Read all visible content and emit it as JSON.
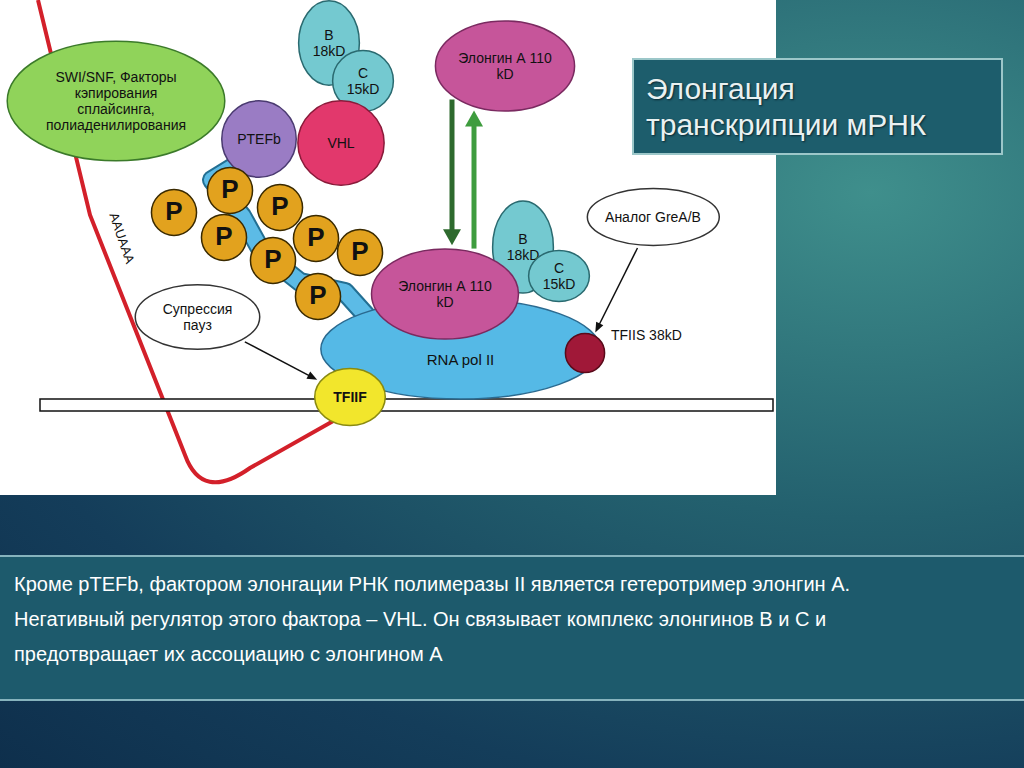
{
  "diagram": {
    "title": "Элонгация транскрипции мРНК",
    "nodes": [
      {
        "text": [
          "SWI/SNF, Факторы кэпирования сплайсинга, полиаденилирования"
        ]
      },
      {
        "text": [
          "B 18kD"
        ]
      },
      {
        "text": [
          "C 15kD"
        ]
      },
      {
        "text": [
          "Элонгин А 110 kD"
        ]
      },
      {
        "text": [
          "PTEFb"
        ]
      },
      {
        "text": [
          "VHL"
        ]
      },
      {
        "text": [
          "P"
        ]
      },
      {
        "text": [
          "P"
        ]
      },
      {
        "text": [
          "P"
        ]
      },
      {
        "text": [
          "P"
        ]
      },
      {
        "text": [
          "P"
        ]
      },
      {
        "text": [
          "P"
        ]
      },
      {
        "text": [
          "P"
        ]
      },
      {
        "text": [
          "P"
        ]
      },
      {
        "text": [
          "B 18kD"
        ]
      },
      {
        "text": [
          "C 15kD"
        ]
      },
      {
        "text": [
          "Аналог GreA/B"
        ]
      },
      {
        "text": [
          "Элонгин А 110 kD"
        ]
      },
      {
        "text": [
          "Супрессия пауз"
        ]
      },
      {
        "text": [
          "RNA pol II"
        ]
      },
      {
        "text": [
          "TFIIS 38kD"
        ]
      },
      {
        "text": [
          "TFIIF"
        ]
      }
    ],
    "edges": [
      {
        "from": 17,
        "to": 3,
        "arrow": "to"
      },
      {
        "from": 3,
        "to": 17,
        "arrow": "to"
      },
      {
        "from": 18,
        "to": 21,
        "arrow": "to"
      },
      {
        "from": 16,
        "to": 20,
        "arrow": "to"
      }
    ],
    "labels": [
      "AAUAAA",
      "Кроме pTEFb, фактором элонгации РНК полимеразы II является гетеротример элонгин А.",
      "Негативный регулятор этого фактора – VHL. Он связывает комплекс элонгинов В и С и предотвращает их ассоциацию с элонгином А"
    ]
  }
}
